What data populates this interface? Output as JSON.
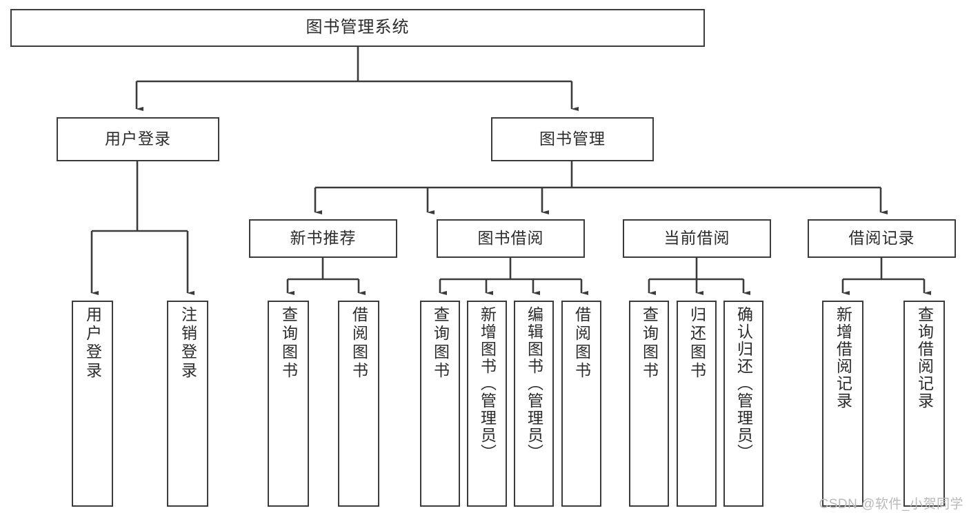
{
  "diagram": {
    "title_text": "图书管理系统",
    "watermark": "CSDN @软件_小贺同学",
    "line_color": "#3b3b3b",
    "text_color": "#2b2b2b",
    "background": "#ffffff",
    "type": "tree-hierarchy",
    "root": {
      "label": "图书管理系统"
    },
    "level2": [
      {
        "label": "用户登录"
      },
      {
        "label": "图书管理"
      }
    ],
    "level3": [
      {
        "label": "新书推荐"
      },
      {
        "label": "图书借阅"
      },
      {
        "label": "当前借阅"
      },
      {
        "label": "借阅记录"
      }
    ],
    "leaves_user_login": [
      {
        "label": "用户登录"
      },
      {
        "label": "注销登录"
      }
    ],
    "leaves_new_book": [
      {
        "label": "查询图书"
      },
      {
        "label": "借阅图书"
      }
    ],
    "leaves_borrow": [
      {
        "label": "查询图书"
      },
      {
        "label": "新增图书（管理员）"
      },
      {
        "label": "编辑图书（管理员）"
      },
      {
        "label": "借阅图书"
      }
    ],
    "leaves_current": [
      {
        "label": "查询图书"
      },
      {
        "label": "归还图书"
      },
      {
        "label": "确认归还（管理员）"
      }
    ],
    "leaves_records": [
      {
        "label": "新增借阅记录"
      },
      {
        "label": "查询借阅记录"
      }
    ]
  }
}
